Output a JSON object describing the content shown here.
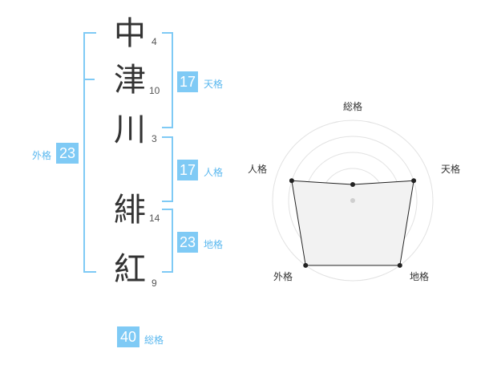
{
  "name_chars": [
    {
      "char": "中",
      "strokes": "4"
    },
    {
      "char": "津",
      "strokes": "10"
    },
    {
      "char": "川",
      "strokes": "3"
    },
    {
      "char": "緋",
      "strokes": "14"
    },
    {
      "char": "紅",
      "strokes": "9"
    }
  ],
  "fortunes": {
    "tenkaku": {
      "value": "17",
      "label": "天格"
    },
    "jinkaku": {
      "value": "17",
      "label": "人格"
    },
    "chikaku": {
      "value": "23",
      "label": "地格"
    },
    "gaikaku": {
      "value": "23",
      "label": "外格"
    },
    "soukaku": {
      "value": "40",
      "label": "総格"
    }
  },
  "colors": {
    "accent": "#7fcaf5",
    "text": "#333333",
    "grid": "#e0e0e0",
    "fill": "#f2f2f2"
  },
  "chart_data": {
    "type": "radar",
    "axes": [
      "総格",
      "天格",
      "地格",
      "外格",
      "人格"
    ],
    "values": [
      1,
      4,
      5,
      5,
      4
    ],
    "max": 5,
    "rings": 5
  }
}
